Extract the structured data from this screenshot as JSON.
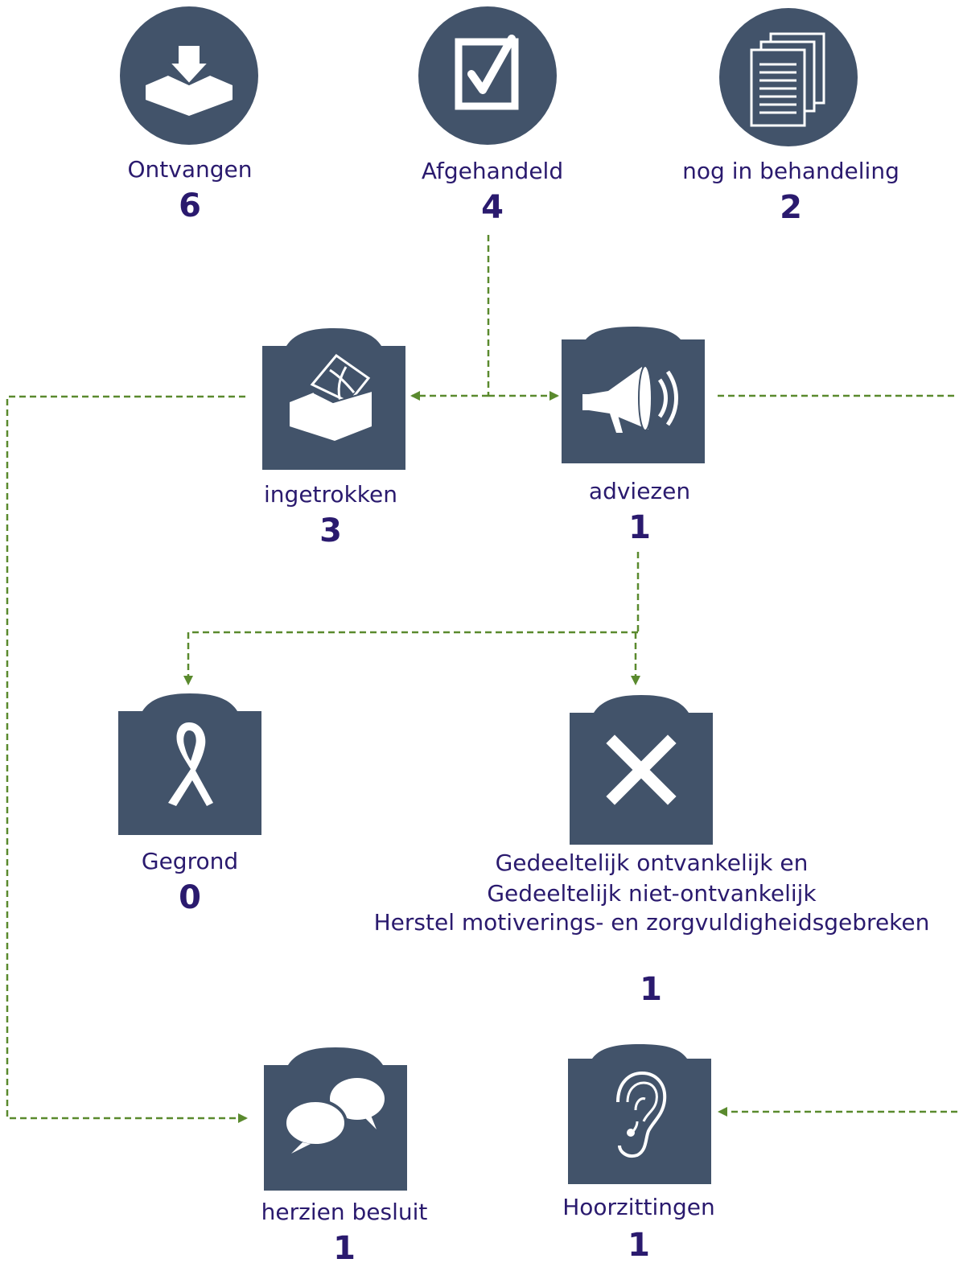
{
  "top": {
    "received": {
      "label": "Ontvangen",
      "count": "6"
    },
    "handled": {
      "label": "Afgehandeld",
      "count": "4"
    },
    "pending": {
      "label": "nog in behandeling",
      "count": "2"
    }
  },
  "middle": {
    "withdrawn": {
      "label": "ingetrokken",
      "count": "3"
    },
    "advice": {
      "label": "adviezen",
      "count": "1"
    }
  },
  "lower": {
    "founded": {
      "label": "Gegrond",
      "count": "0"
    },
    "partial": {
      "line1": "Gedeeltelijk ontvankelijk en",
      "line2": "Gedeeltelijk niet-ontvankelijk",
      "line3": "Herstel motiverings- en zorgvuldigheidsgebreken",
      "count": "1"
    }
  },
  "bottom": {
    "revised": {
      "label": "herzien besluit",
      "count": "1"
    },
    "hearings": {
      "label": "Hoorzittingen",
      "count": "1"
    }
  },
  "colors": {
    "tile": "#42536a",
    "text": "#2a1a6e",
    "connector": "#5a8a2e"
  },
  "icons": {
    "received": "inbox-download-icon",
    "handled": "checkbox-icon",
    "pending": "documents-icon",
    "withdrawn": "ballot-box-icon",
    "advice": "megaphone-icon",
    "founded": "ribbon-icon",
    "partial": "x-mark-icon",
    "revised": "speech-bubbles-icon",
    "hearings": "ear-icon"
  }
}
